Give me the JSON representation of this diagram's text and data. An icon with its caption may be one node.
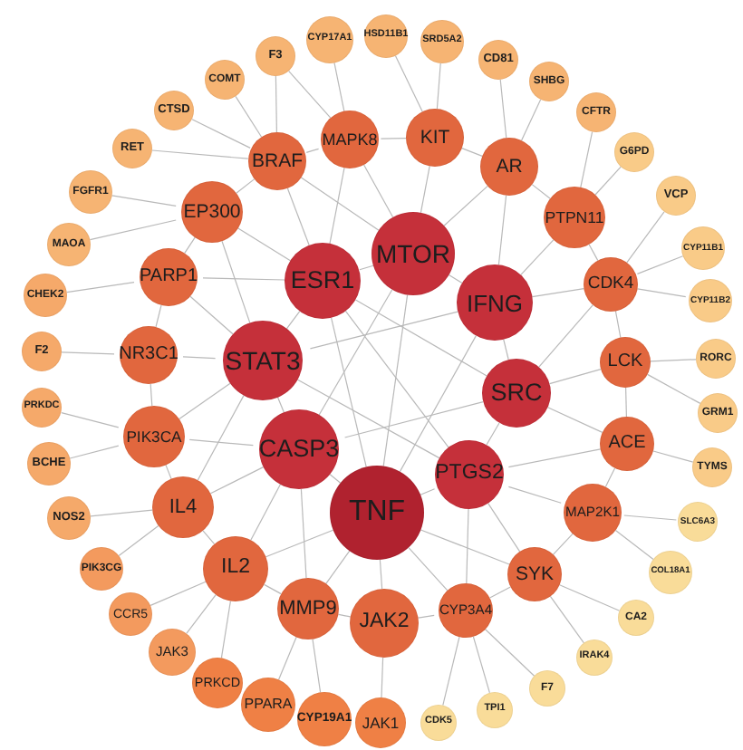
{
  "diagram": {
    "nodes": [
      {
        "text": [
          "CYP17A1"
        ]
      },
      {
        "text": [
          "HSD11B1"
        ]
      },
      {
        "text": [
          "SRD5A2"
        ]
      },
      {
        "text": [
          "CD81"
        ]
      },
      {
        "text": [
          "SHBG"
        ]
      },
      {
        "text": [
          "CFTR"
        ]
      },
      {
        "text": [
          "G6PD"
        ]
      },
      {
        "text": [
          "VCP"
        ]
      },
      {
        "text": [
          "CYP11B1"
        ]
      },
      {
        "text": [
          "CYP11B2"
        ]
      },
      {
        "text": [
          "RORC"
        ]
      },
      {
        "text": [
          "GRM1"
        ]
      },
      {
        "text": [
          "TYMS"
        ]
      },
      {
        "text": [
          "SLC6A3"
        ]
      },
      {
        "text": [
          "COL18A1"
        ]
      },
      {
        "text": [
          "CA2"
        ]
      },
      {
        "text": [
          "IRAK4"
        ]
      },
      {
        "text": [
          "F7"
        ]
      },
      {
        "text": [
          "TPI1"
        ]
      },
      {
        "text": [
          "CDK5"
        ]
      },
      {
        "text": [
          "JAK1"
        ]
      },
      {
        "text": [
          "CYP19A1"
        ]
      },
      {
        "text": [
          "PPARA"
        ]
      },
      {
        "text": [
          "PRKCD"
        ]
      },
      {
        "text": [
          "JAK3"
        ]
      },
      {
        "text": [
          "CCR5"
        ]
      },
      {
        "text": [
          "PIK3CG"
        ]
      },
      {
        "text": [
          "NOS2"
        ]
      },
      {
        "text": [
          "BCHE"
        ]
      },
      {
        "text": [
          "PRKDC"
        ]
      },
      {
        "text": [
          "F2"
        ]
      },
      {
        "text": [
          "CHEK2"
        ]
      },
      {
        "text": [
          "MAOA"
        ]
      },
      {
        "text": [
          "FGFR1"
        ]
      },
      {
        "text": [
          "RET"
        ]
      },
      {
        "text": [
          "CTSD"
        ]
      },
      {
        "text": [
          "COMT"
        ]
      },
      {
        "text": [
          "F3"
        ]
      },
      {
        "text": [
          "MAPK8"
        ]
      },
      {
        "text": [
          "KIT"
        ]
      },
      {
        "text": [
          "AR"
        ]
      },
      {
        "text": [
          "PTPN11"
        ]
      },
      {
        "text": [
          "CDK4"
        ]
      },
      {
        "text": [
          "LCK"
        ]
      },
      {
        "text": [
          "ACE"
        ]
      },
      {
        "text": [
          "MAP2K1"
        ]
      },
      {
        "text": [
          "SYK"
        ]
      },
      {
        "text": [
          "CYP3A4"
        ]
      },
      {
        "text": [
          "JAK2"
        ]
      },
      {
        "text": [
          "MMP9"
        ]
      },
      {
        "text": [
          "IL2"
        ]
      },
      {
        "text": [
          "IL4"
        ]
      },
      {
        "text": [
          "PIK3CA"
        ]
      },
      {
        "text": [
          "NR3C1"
        ]
      },
      {
        "text": [
          "PARP1"
        ]
      },
      {
        "text": [
          "EP300"
        ]
      },
      {
        "text": [
          "BRAF"
        ]
      },
      {
        "text": [
          "MTOR"
        ]
      },
      {
        "text": [
          "IFNG"
        ]
      },
      {
        "text": [
          "SRC"
        ]
      },
      {
        "text": [
          "PTGS2"
        ]
      },
      {
        "text": [
          "TNF"
        ]
      },
      {
        "text": [
          "CASP3"
        ]
      },
      {
        "text": [
          "STAT3"
        ]
      },
      {
        "text": [
          "ESR1"
        ]
      }
    ],
    "edges": [
      {
        "from": 57,
        "to": 58,
        "arrow": "none"
      },
      {
        "from": 58,
        "to": 59,
        "arrow": "none"
      },
      {
        "from": 59,
        "to": 60,
        "arrow": "none"
      },
      {
        "from": 60,
        "to": 61,
        "arrow": "none"
      },
      {
        "from": 61,
        "to": 62,
        "arrow": "none"
      },
      {
        "from": 62,
        "to": 63,
        "arrow": "none"
      },
      {
        "from": 63,
        "to": 64,
        "arrow": "none"
      },
      {
        "from": 64,
        "to": 57,
        "arrow": "none"
      },
      {
        "from": 57,
        "to": 61,
        "arrow": "none"
      },
      {
        "from": 64,
        "to": 59,
        "arrow": "none"
      },
      {
        "from": 63,
        "to": 58,
        "arrow": "none"
      },
      {
        "from": 62,
        "to": 59,
        "arrow": "none"
      },
      {
        "from": 63,
        "to": 60,
        "arrow": "none"
      },
      {
        "from": 64,
        "to": 60,
        "arrow": "none"
      },
      {
        "from": 57,
        "to": 62,
        "arrow": "none"
      },
      {
        "from": 58,
        "to": 61,
        "arrow": "none"
      },
      {
        "from": 64,
        "to": 61,
        "arrow": "none"
      },
      {
        "from": 38,
        "to": 64,
        "arrow": "none"
      },
      {
        "from": 38,
        "to": 57,
        "arrow": "none"
      },
      {
        "from": 39,
        "to": 57,
        "arrow": "none"
      },
      {
        "from": 40,
        "to": 58,
        "arrow": "none"
      },
      {
        "from": 40,
        "to": 57,
        "arrow": "none"
      },
      {
        "from": 41,
        "to": 58,
        "arrow": "none"
      },
      {
        "from": 42,
        "to": 58,
        "arrow": "none"
      },
      {
        "from": 42,
        "to": 59,
        "arrow": "none"
      },
      {
        "from": 43,
        "to": 59,
        "arrow": "none"
      },
      {
        "from": 44,
        "to": 59,
        "arrow": "none"
      },
      {
        "from": 44,
        "to": 60,
        "arrow": "none"
      },
      {
        "from": 45,
        "to": 60,
        "arrow": "none"
      },
      {
        "from": 46,
        "to": 60,
        "arrow": "none"
      },
      {
        "from": 46,
        "to": 61,
        "arrow": "none"
      },
      {
        "from": 47,
        "to": 61,
        "arrow": "none"
      },
      {
        "from": 47,
        "to": 60,
        "arrow": "none"
      },
      {
        "from": 48,
        "to": 61,
        "arrow": "none"
      },
      {
        "from": 49,
        "to": 61,
        "arrow": "none"
      },
      {
        "from": 49,
        "to": 62,
        "arrow": "none"
      },
      {
        "from": 50,
        "to": 62,
        "arrow": "none"
      },
      {
        "from": 50,
        "to": 61,
        "arrow": "none"
      },
      {
        "from": 51,
        "to": 62,
        "arrow": "none"
      },
      {
        "from": 51,
        "to": 63,
        "arrow": "none"
      },
      {
        "from": 52,
        "to": 63,
        "arrow": "none"
      },
      {
        "from": 52,
        "to": 62,
        "arrow": "none"
      },
      {
        "from": 53,
        "to": 63,
        "arrow": "none"
      },
      {
        "from": 54,
        "to": 63,
        "arrow": "none"
      },
      {
        "from": 54,
        "to": 64,
        "arrow": "none"
      },
      {
        "from": 55,
        "to": 64,
        "arrow": "none"
      },
      {
        "from": 55,
        "to": 63,
        "arrow": "none"
      },
      {
        "from": 56,
        "to": 64,
        "arrow": "none"
      },
      {
        "from": 56,
        "to": 57,
        "arrow": "none"
      },
      {
        "from": 38,
        "to": 39,
        "arrow": "none"
      },
      {
        "from": 39,
        "to": 40,
        "arrow": "none"
      },
      {
        "from": 40,
        "to": 41,
        "arrow": "none"
      },
      {
        "from": 41,
        "to": 42,
        "arrow": "none"
      },
      {
        "from": 42,
        "to": 43,
        "arrow": "none"
      },
      {
        "from": 43,
        "to": 44,
        "arrow": "none"
      },
      {
        "from": 44,
        "to": 45,
        "arrow": "none"
      },
      {
        "from": 45,
        "to": 46,
        "arrow": "none"
      },
      {
        "from": 46,
        "to": 47,
        "arrow": "none"
      },
      {
        "from": 47,
        "to": 48,
        "arrow": "none"
      },
      {
        "from": 48,
        "to": 49,
        "arrow": "none"
      },
      {
        "from": 49,
        "to": 50,
        "arrow": "none"
      },
      {
        "from": 50,
        "to": 51,
        "arrow": "none"
      },
      {
        "from": 51,
        "to": 52,
        "arrow": "none"
      },
      {
        "from": 52,
        "to": 53,
        "arrow": "none"
      },
      {
        "from": 53,
        "to": 54,
        "arrow": "none"
      },
      {
        "from": 54,
        "to": 55,
        "arrow": "none"
      },
      {
        "from": 55,
        "to": 56,
        "arrow": "none"
      },
      {
        "from": 56,
        "to": 38,
        "arrow": "none"
      },
      {
        "from": 0,
        "to": 38,
        "arrow": "none"
      },
      {
        "from": 1,
        "to": 39,
        "arrow": "none"
      },
      {
        "from": 2,
        "to": 39,
        "arrow": "none"
      },
      {
        "from": 3,
        "to": 40,
        "arrow": "none"
      },
      {
        "from": 4,
        "to": 40,
        "arrow": "none"
      },
      {
        "from": 5,
        "to": 41,
        "arrow": "none"
      },
      {
        "from": 6,
        "to": 41,
        "arrow": "none"
      },
      {
        "from": 7,
        "to": 42,
        "arrow": "none"
      },
      {
        "from": 8,
        "to": 42,
        "arrow": "none"
      },
      {
        "from": 9,
        "to": 42,
        "arrow": "none"
      },
      {
        "from": 10,
        "to": 43,
        "arrow": "none"
      },
      {
        "from": 11,
        "to": 43,
        "arrow": "none"
      },
      {
        "from": 12,
        "to": 44,
        "arrow": "none"
      },
      {
        "from": 13,
        "to": 45,
        "arrow": "none"
      },
      {
        "from": 14,
        "to": 45,
        "arrow": "none"
      },
      {
        "from": 15,
        "to": 46,
        "arrow": "none"
      },
      {
        "from": 16,
        "to": 46,
        "arrow": "none"
      },
      {
        "from": 17,
        "to": 47,
        "arrow": "none"
      },
      {
        "from": 18,
        "to": 47,
        "arrow": "none"
      },
      {
        "from": 19,
        "to": 47,
        "arrow": "none"
      },
      {
        "from": 20,
        "to": 48,
        "arrow": "none"
      },
      {
        "from": 21,
        "to": 49,
        "arrow": "none"
      },
      {
        "from": 22,
        "to": 49,
        "arrow": "none"
      },
      {
        "from": 23,
        "to": 50,
        "arrow": "none"
      },
      {
        "from": 24,
        "to": 50,
        "arrow": "none"
      },
      {
        "from": 25,
        "to": 50,
        "arrow": "none"
      },
      {
        "from": 26,
        "to": 51,
        "arrow": "none"
      },
      {
        "from": 27,
        "to": 51,
        "arrow": "none"
      },
      {
        "from": 28,
        "to": 52,
        "arrow": "none"
      },
      {
        "from": 29,
        "to": 52,
        "arrow": "none"
      },
      {
        "from": 30,
        "to": 53,
        "arrow": "none"
      },
      {
        "from": 31,
        "to": 54,
        "arrow": "none"
      },
      {
        "from": 32,
        "to": 55,
        "arrow": "none"
      },
      {
        "from": 33,
        "to": 55,
        "arrow": "none"
      },
      {
        "from": 34,
        "to": 56,
        "arrow": "none"
      },
      {
        "from": 35,
        "to": 56,
        "arrow": "none"
      },
      {
        "from": 36,
        "to": 56,
        "arrow": "none"
      },
      {
        "from": 37,
        "to": 38,
        "arrow": "none"
      },
      {
        "from": 37,
        "to": 56,
        "arrow": "none"
      }
    ]
  }
}
